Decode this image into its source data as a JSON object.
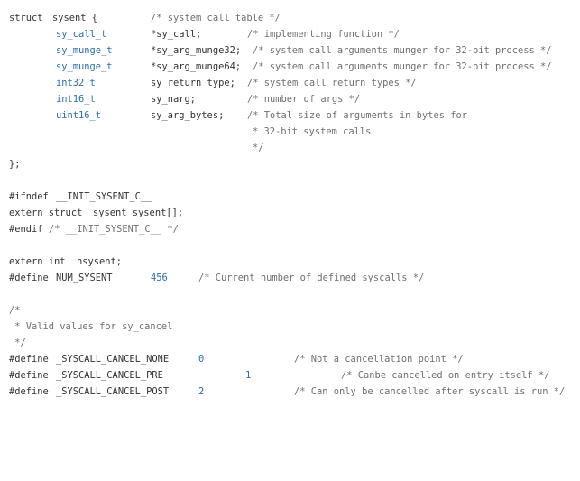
{
  "code": {
    "l1": {
      "kw": "struct",
      "name": "sysent {",
      "comment": "/* system call table */"
    },
    "l2": {
      "type": "sy_call_t",
      "field": "*sy_call;",
      "comment": "/* implementing function */"
    },
    "l3": {
      "type": "sy_munge_t",
      "field": "*sy_arg_munge32;",
      "comment": "/* system call arguments munger for 32-bit process */"
    },
    "l4": {
      "type": "sy_munge_t",
      "field": "*sy_arg_munge64;",
      "comment": "/* system call arguments munger for 32-bit process */"
    },
    "l5": {
      "type": "int32_t",
      "field": "sy_return_type;",
      "comment": "/* system call return types */"
    },
    "l6": {
      "type": "int16_t",
      "field": "sy_narg;",
      "comment": "/* number of args */"
    },
    "l7": {
      "type": "uint16_t",
      "field": "sy_arg_bytes;",
      "comment": "/* Total size of arguments in bytes for"
    },
    "l8": {
      "comment": "* 32-bit system calls"
    },
    "l9": {
      "comment": "*/"
    },
    "l11": {
      "text": "};"
    },
    "l13": {
      "pp": "#ifndef",
      "rest": "__INIT_SYSENT_C__"
    },
    "l14": {
      "kw": "extern struct",
      "rest": "sysent sysent[];"
    },
    "l15": {
      "pp": "#endif",
      "comment": "/* __INIT_SYSENT_C__ */"
    },
    "l17": {
      "kw": "extern int",
      "rest": "nsysent;"
    },
    "l18": {
      "pp": "#define",
      "name": "NUM_SYSENT",
      "value": "456",
      "comment": "/* Current number of defined syscalls */"
    },
    "l20": {
      "comment": "/*"
    },
    "l21": {
      "comment": " * Valid values for sy_cancel"
    },
    "l22": {
      "comment": " */"
    },
    "l23": {
      "pp": "#define",
      "name": "_SYSCALL_CANCEL_NONE",
      "value": "0",
      "comment": "/* Not a cancellation point */"
    },
    "l24": {
      "pp": "#define",
      "name": "_SYSCALL_CANCEL_PRE",
      "value": "1",
      "comment": "/* Canbe cancelled on entry itself */"
    },
    "l25": {
      "pp": "#define",
      "name": "_SYSCALL_CANCEL_POST",
      "value": "2",
      "comment": "/* Can only be cancelled after syscall is run */"
    }
  }
}
